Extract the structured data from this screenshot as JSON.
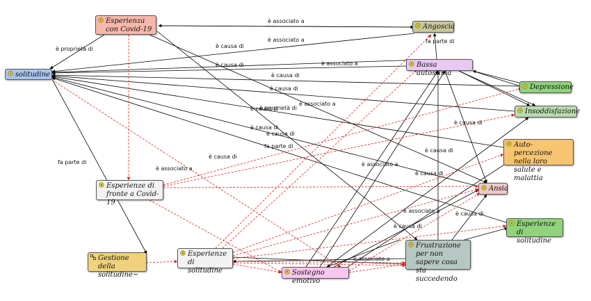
{
  "colors": {
    "pink": "#f6b8ac",
    "olive": "#c8c89a",
    "blue": "#a9c4f0",
    "violet": "#e9c9f3",
    "green": "#8fd47a",
    "lightgreen": "#b9dcb0",
    "orange": "#f8c470",
    "rose": "#f0c9c9",
    "white": "#f2f2f2",
    "gold": "#f0d27a",
    "magenta": "#f8c6ee",
    "grey": "#b7c7c3",
    "black_edge": "#000000",
    "red_edge": "#e0201a"
  },
  "nodes": [
    {
      "id": "covid",
      "label": "Esperienza con Covid-19",
      "color": "pink",
      "icon": "concept-icon"
    },
    {
      "id": "angoscia",
      "label": "Angoscia",
      "color": "olive",
      "icon": "concept-icon"
    },
    {
      "id": "solitudine",
      "label": "solitudine",
      "color": "blue",
      "icon": "concept-icon"
    },
    {
      "id": "bassa",
      "label": "Bassa autostima",
      "color": "violet",
      "icon": "concept-icon"
    },
    {
      "id": "depressione",
      "label": "Depressione",
      "color": "green",
      "icon": "concept-icon"
    },
    {
      "id": "insodd",
      "label": "Insoddisfazione",
      "color": "lightgreen",
      "icon": "concept-icon"
    },
    {
      "id": "autoperc",
      "label": "Auto-percezione nella loro salute e malattia",
      "color": "orange",
      "icon": "concept-icon"
    },
    {
      "id": "ansia",
      "label": "Ansia",
      "color": "rose",
      "icon": "concept-icon"
    },
    {
      "id": "espfronte",
      "label": "Esperienze di fronte a Covid-19",
      "color": "white",
      "icon": "concept-icon"
    },
    {
      "id": "espsol_r",
      "label": "Esperienze di solitudine",
      "color": "green",
      "icon": "concept-icon"
    },
    {
      "id": "gestione",
      "label": "Gestione della solitudine~",
      "color": "gold",
      "icon": "network-icon"
    },
    {
      "id": "espsol_b",
      "label": "Esperienze di solitudine",
      "color": "white",
      "icon": "concept-icon"
    },
    {
      "id": "frustr",
      "label": "Frustrazione per non sapere cosa sta succedendo",
      "color": "grey",
      "icon": "concept-icon"
    },
    {
      "id": "sostegno",
      "label": "Sostegno emotivo",
      "color": "magenta",
      "icon": "concept-icon"
    }
  ],
  "edge_labels": [
    "è associato a",
    "è associato a",
    "è proprietà di",
    "è causa di",
    "fa parte di",
    "è associato a",
    "è causa di",
    "è causa di",
    "è causa di",
    "è causa di",
    "è causa di",
    "è associato a",
    "è proprietà di",
    "è causa di",
    "è causa di",
    "fa parte di",
    "è causa di",
    "fa parte di",
    "è associato a",
    "è causa di",
    "è associato a",
    "è causa di",
    "è causa di",
    "è causa di",
    "è associato a",
    "è associato a"
  ]
}
